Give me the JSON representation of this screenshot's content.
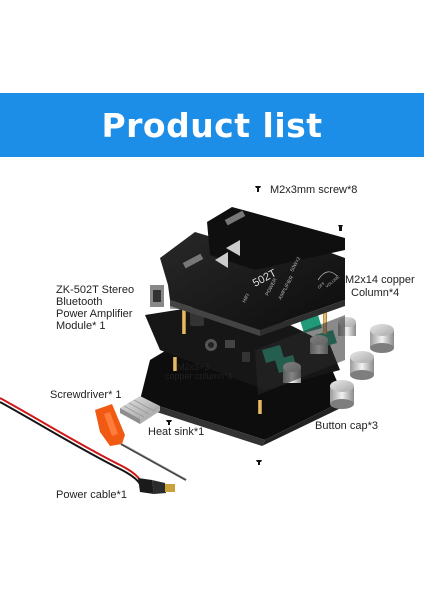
{
  "banner": {
    "title": "Product list",
    "color": "#1d8ee8"
  },
  "board_print": {
    "model": "502T",
    "hifi": "HIFI",
    "power": "POWER",
    "amplifier": "AMPLIFIER",
    "watts": "50W×2",
    "off": "OFF",
    "volume": "VOLUME"
  },
  "labels": {
    "screw": "M2x3mm screw*8",
    "module_line1": "ZK-502T Stereo",
    "module_line2": "Bluetooth",
    "module_line3": "Power Amplifier",
    "module_line4": "Module* 1",
    "copper14_line1": "M2x14 copper",
    "copper14_line2": "Column*4",
    "copper3_line1": "M2x3+3",
    "copper3_line2": "copper column*4",
    "screwdriver": "Screwdriver* 1",
    "heat_sink": "Heat sink*1",
    "button_cap": "Button cap*3",
    "power_cable": "Power cable*1"
  },
  "icons": [
    "screw-icon",
    "copper-column-icon",
    "knob-icon",
    "heat-sink-icon",
    "screwdriver-icon",
    "power-cable-icon"
  ]
}
